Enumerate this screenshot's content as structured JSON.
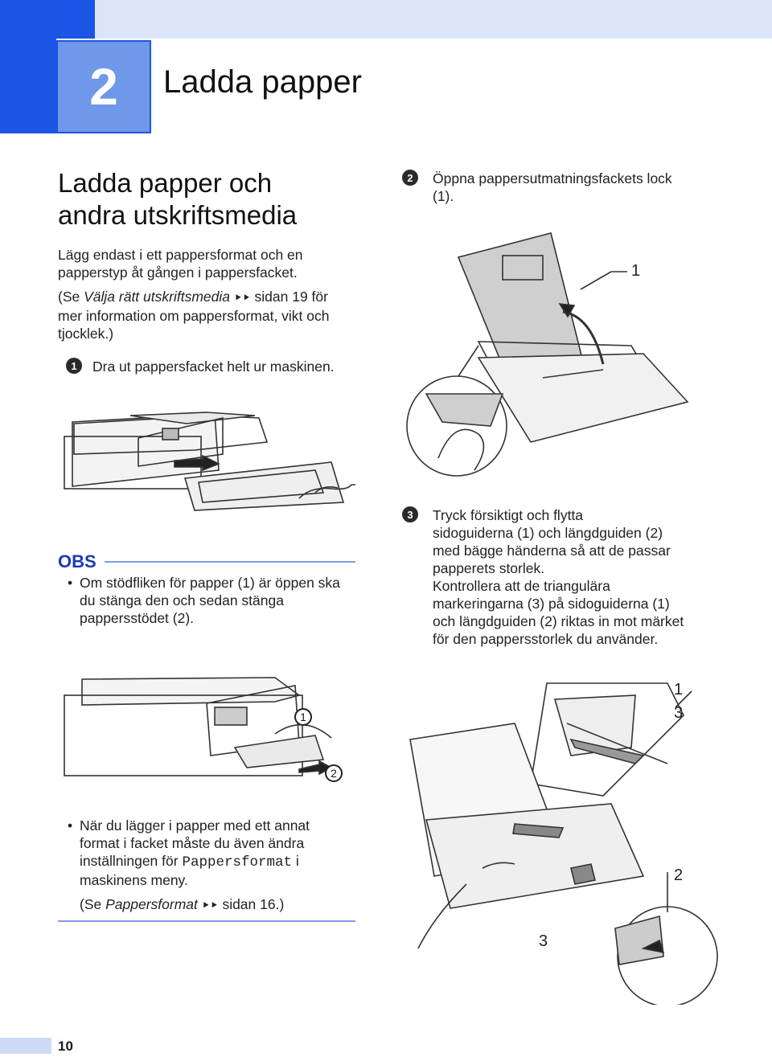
{
  "chapter": {
    "number": "2",
    "title": "Ladda papper"
  },
  "section": {
    "title_line1": "Ladda papper och",
    "title_line2": "andra utskriftsmedia"
  },
  "intro": {
    "line1": "Lägg endast i ett pappersformat och en",
    "line2": "papperstyp åt gången i pappersfacket.",
    "ref_prefix": "(Se ",
    "ref_link": "Välja rätt utskriftsmedia",
    "ref_arrows": "⯈⯈",
    "ref_suffix": " sidan 19 för",
    "line4": "mer information om pappersformat, vikt och",
    "line5": "tjocklek.)"
  },
  "steps": [
    {
      "num": "1",
      "text": "Dra ut pappersfacket helt ur maskinen."
    },
    {
      "num": "2",
      "line1": "Öppna pappersutmatningsfackets lock",
      "line2": "(1)."
    },
    {
      "num": "3",
      "line1": "Tryck försiktigt och flytta",
      "line2": "sidoguiderna (1) och längdguiden (2)",
      "line3": "med bägge händerna så att de passar",
      "line4": "papperets storlek.",
      "line5": "Kontrollera att de triangulära",
      "line6": "markeringarna (3) på sidoguiderna (1)",
      "line7": "och längdguiden (2) riktas in mot märket",
      "line8": "för den pappersstorlek du använder."
    }
  ],
  "obs": {
    "title": "OBS",
    "bullet1_line1": "Om stödfliken för papper (1) är öppen ska",
    "bullet1_line2": "du stänga den och sedan stänga",
    "bullet1_line3": "pappersstödet (2).",
    "bullet2_line1": "När du lägger i papper med ett annat",
    "bullet2_line2": "format i facket måste du även ändra",
    "bullet2_line3_prefix": "inställningen för ",
    "bullet2_line3_code": "Pappersformat",
    "bullet2_line3_suffix": " i",
    "bullet2_line4": "maskinens meny.",
    "ref_prefix": "(Se ",
    "ref_link": "Pappersformat",
    "ref_arrows": "⯈⯈",
    "ref_suffix": " sidan 16.)"
  },
  "callouts": {
    "fig_tray_cover": "1",
    "fig_printer_support_tab": "1",
    "fig_printer_support": "2",
    "fig_guides_side": "1",
    "fig_guides_mark": "3",
    "fig_guides_length": "2",
    "fig_guides_mark_bottom": "3"
  },
  "page_number": "10"
}
